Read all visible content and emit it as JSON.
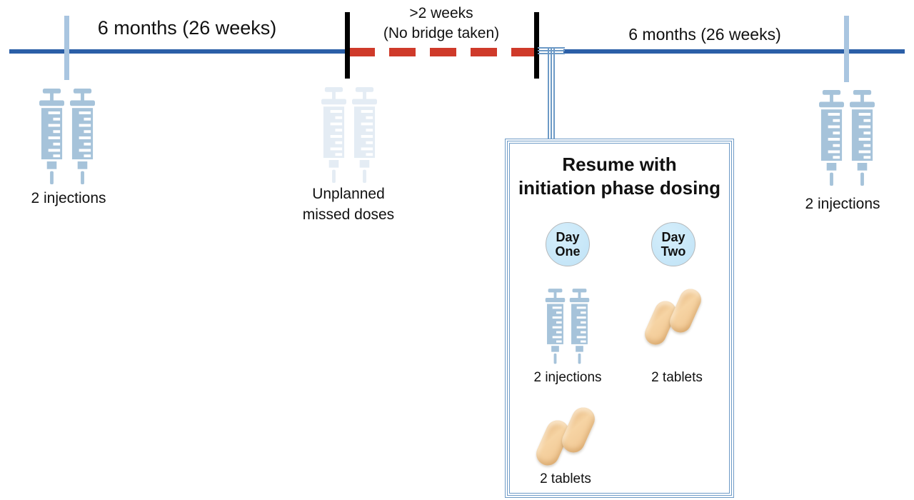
{
  "colors": {
    "timeline_blue": "#2b5fa7",
    "tick_blue": "#a9c5e0",
    "interruption_red": "#cf3a2a",
    "stop_marker_black": "#000000",
    "syringe_blue": "#a6c3da",
    "syringe_faded_blue": "#e4ecf4",
    "box_border_blue": "#6d9ac6",
    "day_circle_fill": "#c8e7f8",
    "tablet_tan": "#f4cf9d"
  },
  "timeline": {
    "left_period_label": "6 months (26 weeks)",
    "interruption_label_line1": ">2 weeks",
    "interruption_label_line2": "(No bridge taken)",
    "right_period_label": "6 months (26 weeks)"
  },
  "left_dose": {
    "label": "2 injections"
  },
  "missed_dose": {
    "label_line1": "Unplanned",
    "label_line2": "missed doses"
  },
  "right_dose": {
    "label": "2 injections"
  },
  "resume_box": {
    "title_line1": "Resume with",
    "title_line2": "initiation phase dosing",
    "day_one": {
      "day_line1": "Day",
      "day_line2": "One",
      "dose_label": "2 injections"
    },
    "day_two": {
      "day_line1": "Day",
      "day_line2": "Two",
      "dose_label": "2 tablets"
    },
    "second_dose": {
      "label": "2 tablets"
    }
  }
}
